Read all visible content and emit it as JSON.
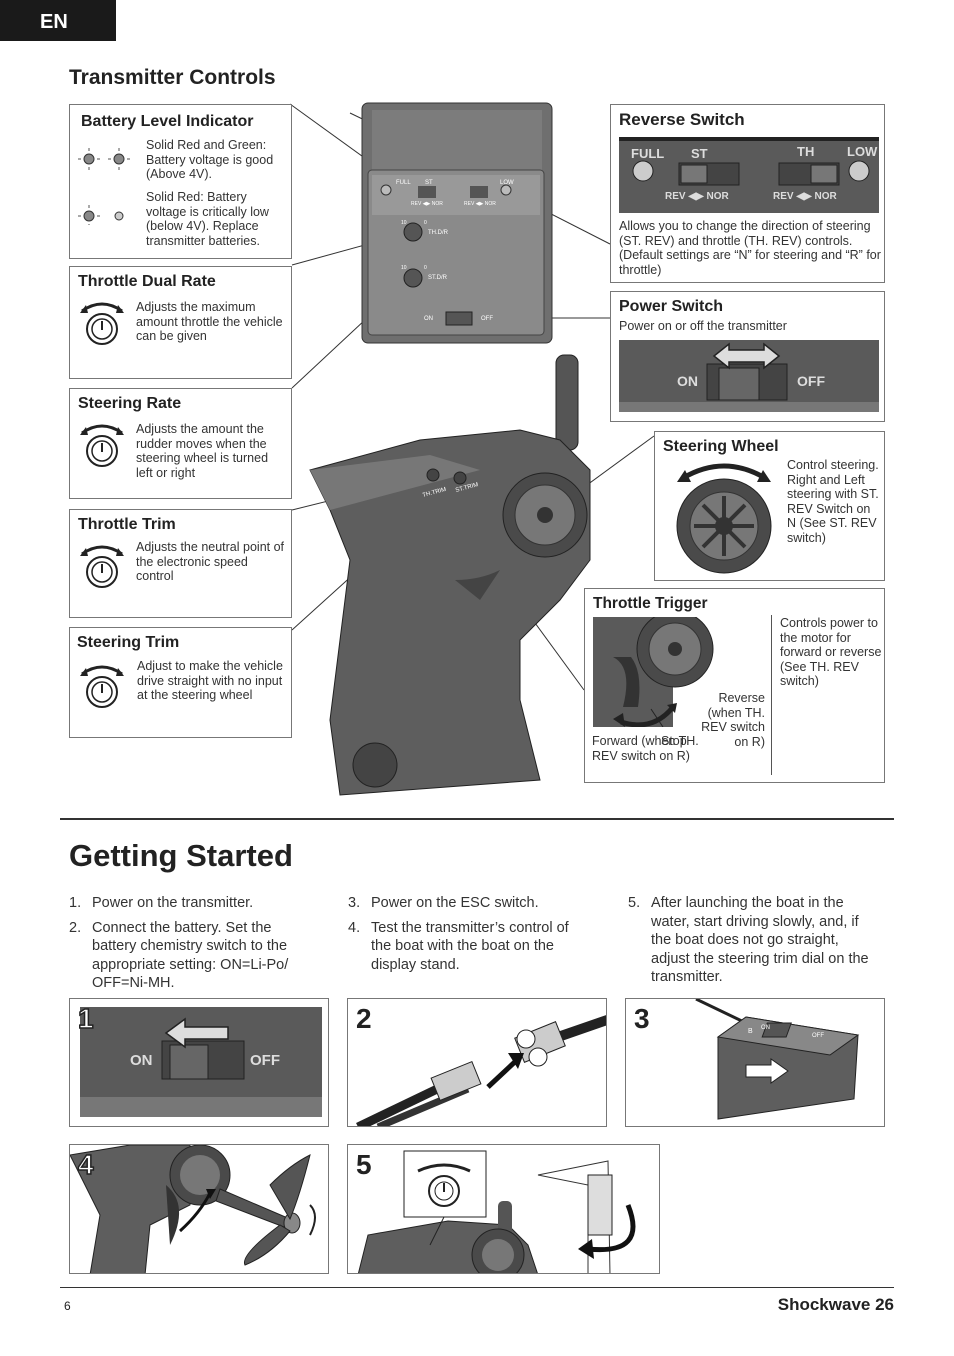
{
  "lang_tab": "EN",
  "transmitter_controls": {
    "title": "Transmitter Controls",
    "battery_level": {
      "title": "Battery Level Indicator",
      "good": "Solid Red and Green: Battery voltage is good (Above 4V).",
      "low": "Solid Red: Battery voltage is critically low (below 4V). Replace transmitter batteries."
    },
    "throttle_dual_rate": {
      "title": "Throttle Dual Rate",
      "text": "Adjusts the maximum amount throttle the vehicle can be given"
    },
    "steering_rate": {
      "title": "Steering Rate",
      "text": "Adjusts the amount the rudder moves when the steering wheel is turned left or right"
    },
    "throttle_trim": {
      "title": "Throttle Trim",
      "text": "Adjusts the neutral point of the electronic speed control"
    },
    "steering_trim": {
      "title": "Steering Trim",
      "text": "Adjust to make the vehicle drive straight with no input at the steering wheel"
    },
    "reverse_switch": {
      "title": "Reverse Switch",
      "text": "Allows you to change the direction of steering (ST. REV) and throttle (TH. REV) controls. (Default settings are “N” for steering and “R” for throttle)",
      "panel": {
        "full": "FULL",
        "st": "ST",
        "th": "TH",
        "low": "LOW",
        "rev_nor": "REV ◀▶ NOR"
      }
    },
    "power_switch": {
      "title": "Power Switch",
      "text": "Power on or off the transmitter",
      "on": "ON",
      "off": "OFF"
    },
    "steering_wheel": {
      "title": "Steering Wheel",
      "text": "Control steering. Right and Left steering with ST. REV Switch on N (See ST. REV switch)"
    },
    "throttle_trigger": {
      "title": "Throttle Trigger",
      "text": "Controls power to the motor for forward or reverse (See TH. REV switch)",
      "reverse": "Reverse (when TH. REV switch on R)",
      "stop": "Stop",
      "forward": "Forward (when TH. REV switch on R)"
    },
    "tx_labels": {
      "full": "FULL",
      "st": "ST",
      "low": "LOW",
      "rev_nor": "REV ◀▶ NOR",
      "thdr": "TH.D/R",
      "stdr": "ST.D/R",
      "on": "ON",
      "off": "OFF",
      "ten": "10",
      "zero": "0",
      "thtrim": "TH.TRIM",
      "sttrim": "ST.TRIM"
    }
  },
  "getting_started": {
    "title": "Getting Started",
    "steps": [
      {
        "n": "1.",
        "text": "Power on the transmitter."
      },
      {
        "n": "2.",
        "text": "Connect the battery. Set the battery chemistry switch to the appropriate setting: ON=Li-Po/ OFF=Ni-MH."
      },
      {
        "n": "3.",
        "text": "Power on the ESC switch."
      },
      {
        "n": "4.",
        "text": "Test the transmitter’s control of the boat with the boat on the display stand."
      },
      {
        "n": "5.",
        "text": "After launching the boat in the water, start driving slowly, and, if the boat does not go straight, adjust the steering trim dial on the transmitter."
      }
    ],
    "photos": [
      {
        "num": "1",
        "on": "ON",
        "off": "OFF"
      },
      {
        "num": "2"
      },
      {
        "num": "3",
        "b": "B",
        "on": "ON",
        "off": "OFF"
      },
      {
        "num": "4"
      },
      {
        "num": "5"
      }
    ]
  },
  "footer": {
    "page": "6",
    "product": "Shockwave 26"
  }
}
